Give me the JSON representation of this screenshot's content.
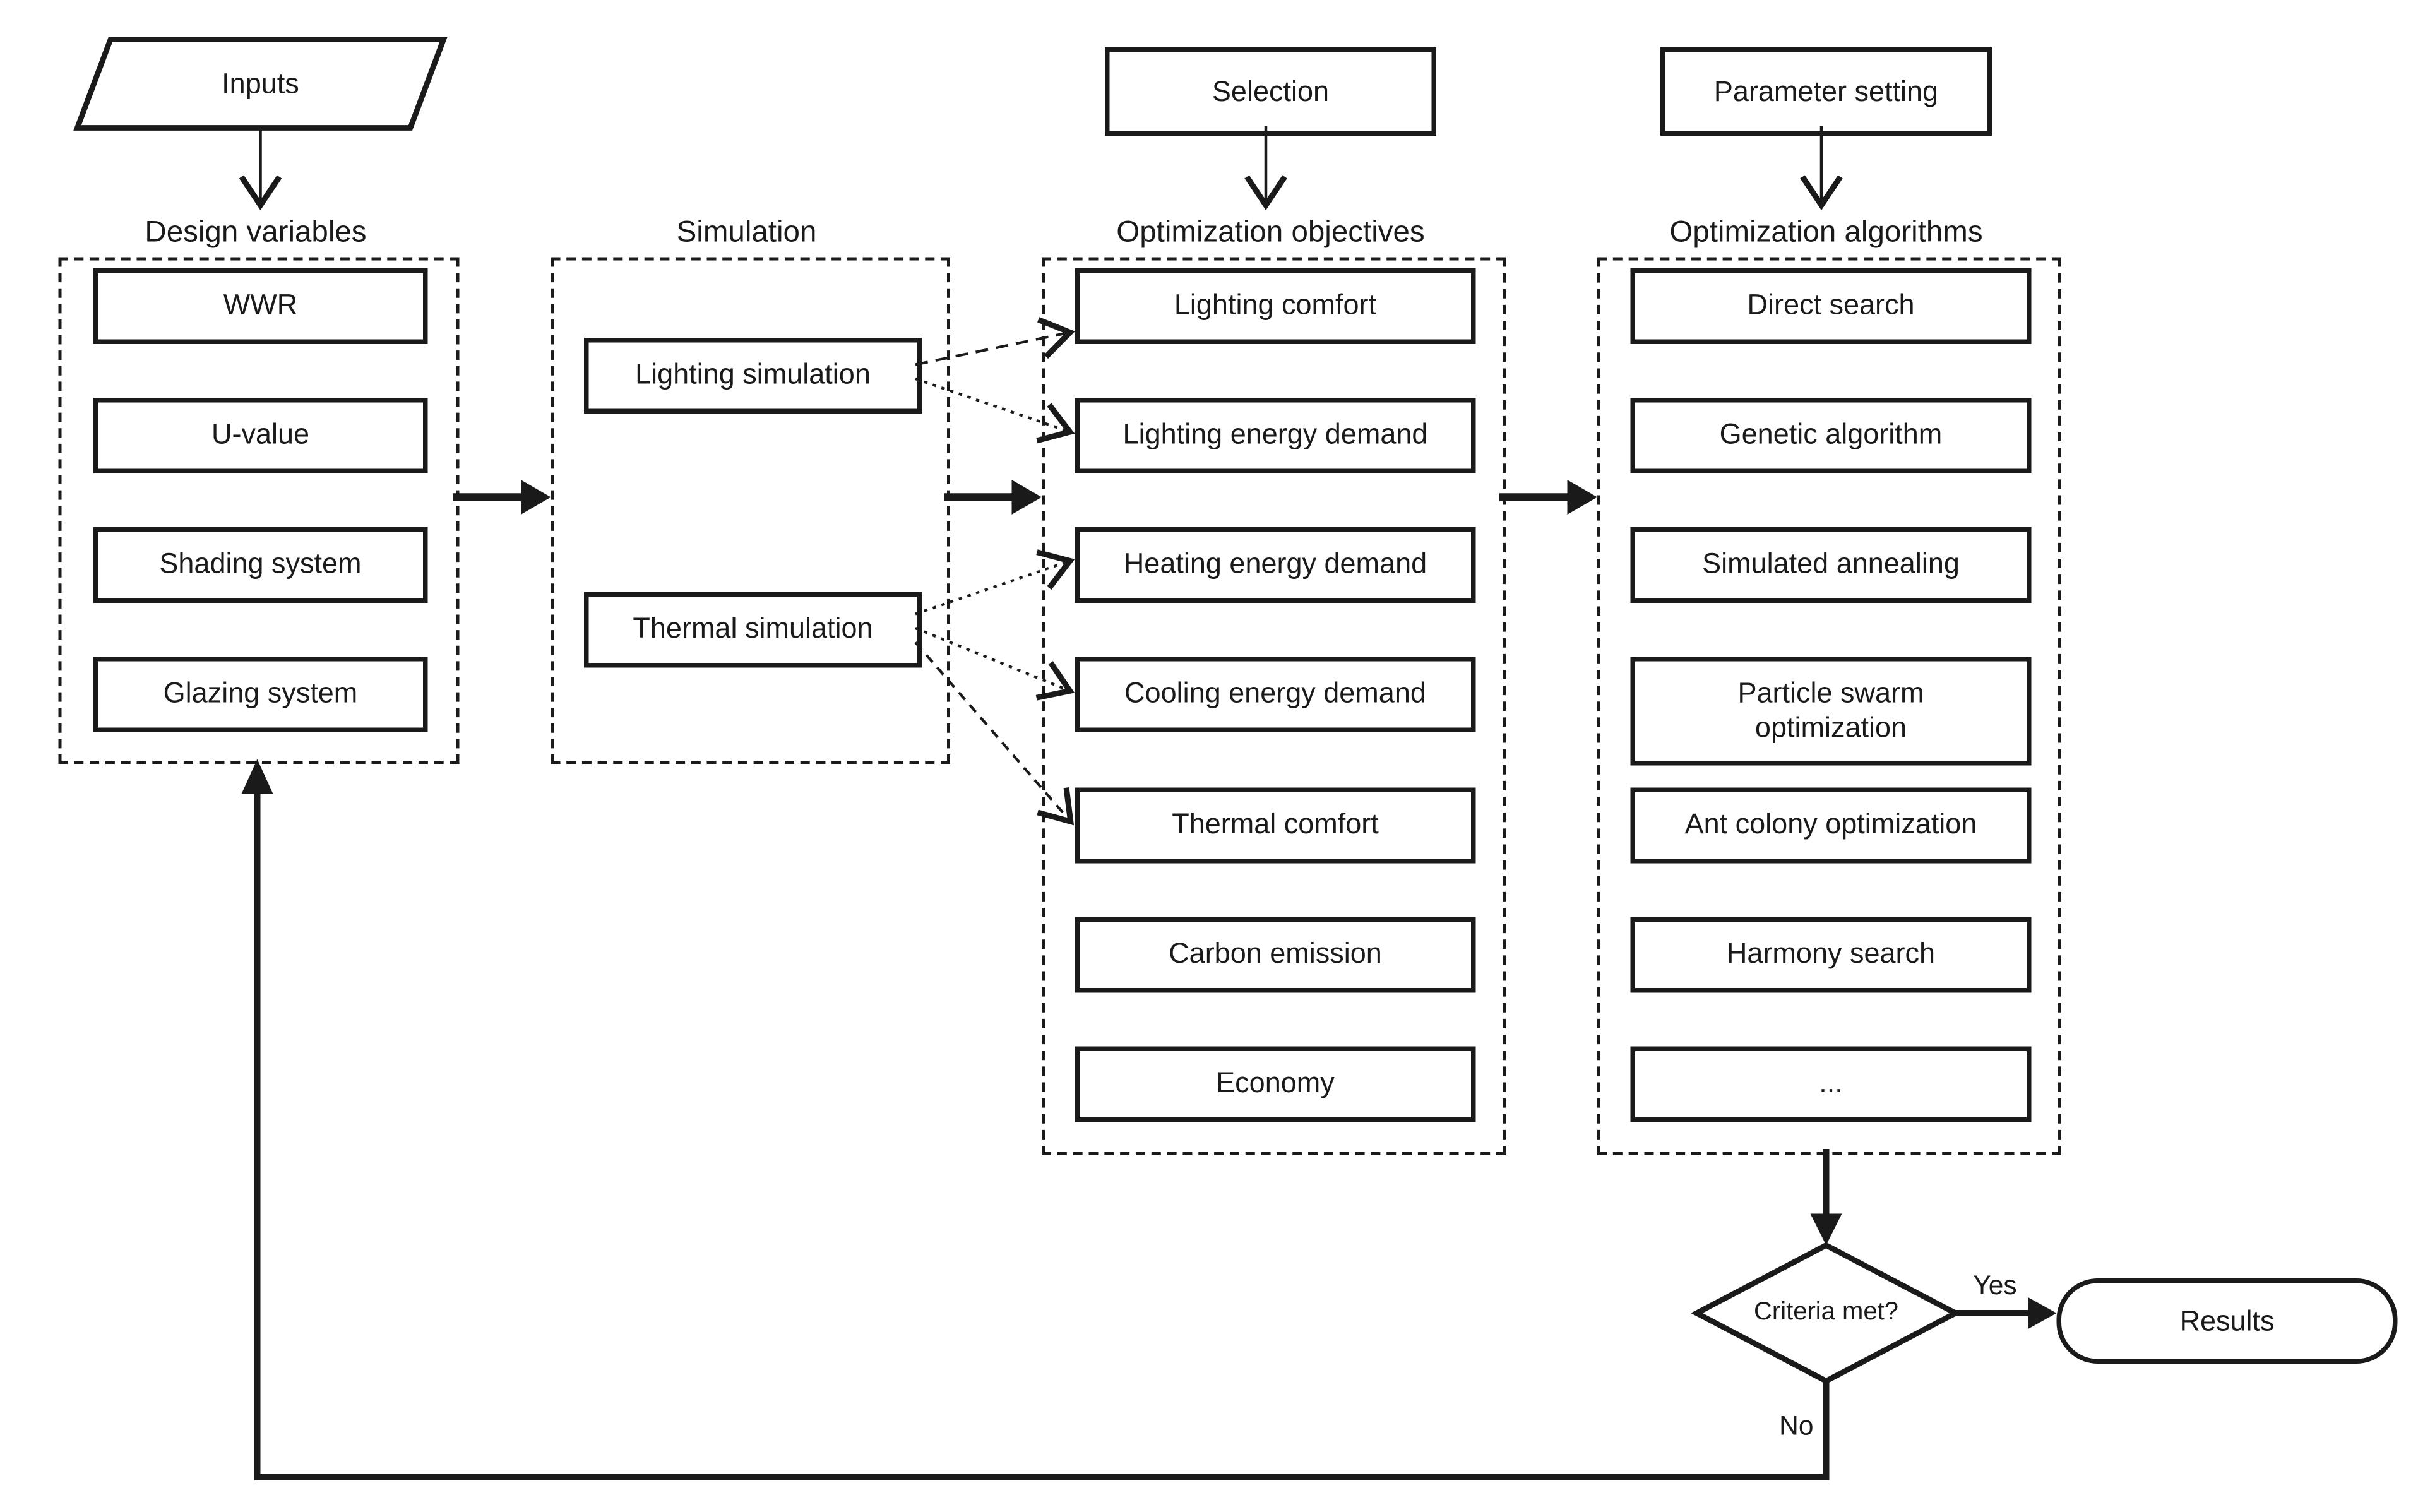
{
  "figure": {
    "background_color": "#ffffff",
    "line_color": "#1a1a1a",
    "type": "flowchart"
  },
  "columns": [
    {
      "id": "design-variables",
      "header": "Design variables",
      "top_shape": {
        "type": "parallelogram",
        "label": "Inputs"
      },
      "boxes": [
        "WWR",
        "U-value",
        "Shading system",
        "Glazing system"
      ]
    },
    {
      "id": "simulation",
      "header": "Simulation",
      "boxes": [
        "Lighting simulation",
        "Thermal simulation"
      ]
    },
    {
      "id": "optimization-objectives",
      "header": "Optimization objectives",
      "top_shape": {
        "type": "rectangle",
        "label": "Selection"
      },
      "boxes": [
        "Lighting comfort",
        "Lighting energy demand",
        "Heating energy demand",
        "Cooling energy demand",
        "Thermal comfort",
        "Carbon emission",
        "Economy"
      ]
    },
    {
      "id": "optimization-algorithms",
      "header": "Optimization algorithms",
      "top_shape": {
        "type": "rectangle",
        "label": "Parameter setting"
      },
      "boxes": [
        "Direct search",
        "Genetic algorithm",
        "Simulated annealing",
        "Particle swarm optimization",
        "Ant colony optimization",
        "Harmony search",
        "..."
      ]
    }
  ],
  "decision": {
    "label": "Criteria met?",
    "yes_label": "Yes",
    "no_label": "No"
  },
  "result": {
    "label": "Results"
  },
  "edges": [
    {
      "from": "Inputs",
      "to": "Design variables",
      "style": "thin-arrow"
    },
    {
      "from": "Selection",
      "to": "Optimization objectives",
      "style": "thin-arrow"
    },
    {
      "from": "Parameter setting",
      "to": "Optimization algorithms",
      "style": "thin-arrow"
    },
    {
      "from": "Design variables",
      "to": "Simulation",
      "style": "thick-arrow"
    },
    {
      "from": "Simulation",
      "to": "Optimization objectives",
      "style": "thick-arrow"
    },
    {
      "from": "Optimization objectives",
      "to": "Optimization algorithms",
      "style": "thick-arrow"
    },
    {
      "from": "Lighting simulation",
      "to": "Lighting comfort",
      "style": "dashed-arrow"
    },
    {
      "from": "Lighting simulation",
      "to": "Lighting energy demand",
      "style": "dotted-arrow"
    },
    {
      "from": "Thermal simulation",
      "to": "Heating energy demand",
      "style": "dotted-arrow"
    },
    {
      "from": "Thermal simulation",
      "to": "Cooling energy demand",
      "style": "dotted-arrow"
    },
    {
      "from": "Thermal simulation",
      "to": "Thermal comfort",
      "style": "dashed-arrow"
    },
    {
      "from": "Optimization algorithms",
      "to": "Criteria met?",
      "style": "solid-arrow"
    },
    {
      "from": "Criteria met?",
      "to": "Results",
      "style": "solid-arrow",
      "label": "Yes"
    },
    {
      "from": "Criteria met?",
      "to": "Design variables",
      "style": "solid-arrow",
      "label": "No"
    }
  ]
}
